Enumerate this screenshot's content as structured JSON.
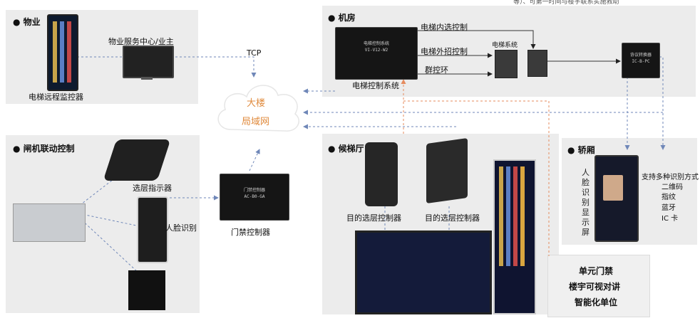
{
  "top_note": "等）、可第一时间与楼宇联系实施救助",
  "property": {
    "title": "物业",
    "service_center": "物业服务中心/业主",
    "remote_monitor": "电梯远程监控器"
  },
  "network": {
    "tcp": "TCP",
    "building_lan_1": "大楼",
    "building_lan_2": "局域网"
  },
  "machine_room": {
    "title": "机房",
    "controller_screen_1": "电梯控制系统",
    "controller_screen_2": "VI-V12-W2",
    "controller_label": "电梯控制系统",
    "inner_select": "电梯内选控制",
    "outer_call": "电梯外招控制",
    "group_control": "群控环",
    "elevator_system": "电梯系统",
    "converter_screen_1": "协议转换器",
    "converter_screen_2": "IC-B-PC"
  },
  "gate": {
    "title": "闸机联动控制",
    "floor_indicator": "选层指示器",
    "face_recognition": "人脸识别"
  },
  "access": {
    "screen_1": "门禁控制器",
    "screen_2": "AC-B0-GA",
    "label": "门禁控制器"
  },
  "lobby": {
    "title": "候梯厅",
    "dest_ctrl_1": "目的选层控制器",
    "dest_ctrl_2": "目的选层控制器"
  },
  "car": {
    "title": "轿厢",
    "face_display": "人脸识别显示屏",
    "supports": "支持多种识别方式",
    "methods": [
      "二维码",
      "指纹",
      "蓝牙",
      "IC 卡"
    ]
  },
  "unit_box": {
    "lines": [
      "单元门禁",
      "楼宇可视对讲",
      "智能化单位"
    ]
  }
}
